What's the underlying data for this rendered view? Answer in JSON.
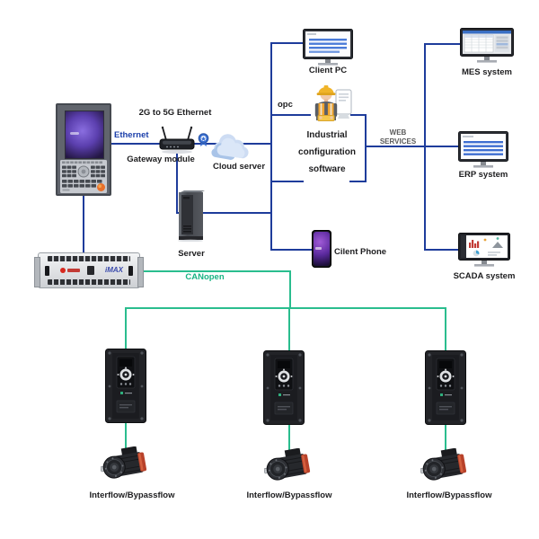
{
  "labels": {
    "gateway_caption": "2G to 5G Ethernet",
    "ethernet": "Ethernet",
    "gateway_module": "Gateway module",
    "cloud_server": "Cloud server",
    "server": "Server",
    "client_pc": "Client PC",
    "opc": "opc",
    "software_line1": "Industrial",
    "software_line2": "configuration",
    "software_line3": "software",
    "web_line1": "WEB",
    "web_line2": "SERVICES",
    "mes_system": "MES system",
    "erp_system": "ERP system",
    "scada_system": "SCADA system",
    "client_phone": "Cilent Phone",
    "canopen": "CANopen",
    "device_brand": "iMAX",
    "drive1_label": "Interflow/Bypassflow",
    "drive2_label": "Interflow/Bypassflow",
    "drive3_label": "Interflow/Bypassflow"
  },
  "colors": {
    "line_blue": "#1e3c9b",
    "line_green": "#2abd8e",
    "label_text": "#1d1d1f",
    "ethernet_label_blue": "#1b3faa",
    "canopen_label_green": "#19b383",
    "web_services_gray": "#5a5a5a",
    "hmi_screen_purple": "#5b3fae",
    "warning_orange": "#e8702a",
    "motor_band_orange": "#c2472e"
  },
  "icons": {
    "hmi": "touch-panel controller with purple screen and keypad",
    "gateway": "wireless router with two antennas",
    "badge": "blue certificate medal",
    "cloud": "blue cloud",
    "server": "server tower",
    "client_pc": "desktop monitor with document lines",
    "worker": "engineer with hard hat and tablet",
    "mes": "desktop monitor with table window",
    "erp": "desktop monitor with document lines",
    "scada": "desktop monitor with charts",
    "phone": "smartphone with purple screen",
    "plc": "rack controller module",
    "vfd": "variable frequency drive",
    "motor": "servo motor"
  }
}
